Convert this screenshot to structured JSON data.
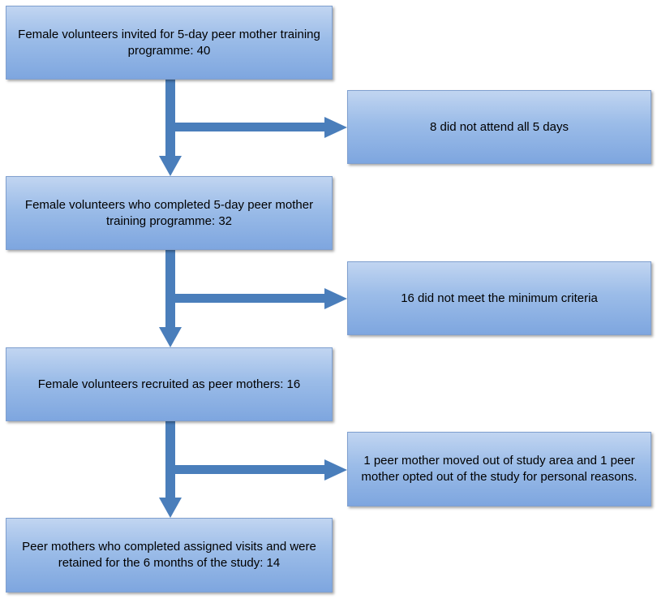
{
  "flowchart": {
    "main_steps": [
      {
        "label": "Female volunteers invited for 5-day peer mother training programme: 40"
      },
      {
        "label": "Female volunteers who completed 5-day peer mother training programme: 32"
      },
      {
        "label": "Female volunteers recruited as peer mothers: 16"
      },
      {
        "label": "Peer mothers who completed assigned visits and were retained for the 6 months of the study: 14"
      }
    ],
    "exclusions": [
      {
        "label": "8 did not attend all 5 days"
      },
      {
        "label": "16 did not meet the minimum criteria"
      },
      {
        "label": "1 peer mother moved out of study area and 1 peer mother opted out of the study for personal reasons."
      }
    ],
    "colors": {
      "box_top": "#c1d5f1",
      "box_bottom": "#7ea6df",
      "arrow": "#4a7ebb"
    }
  }
}
